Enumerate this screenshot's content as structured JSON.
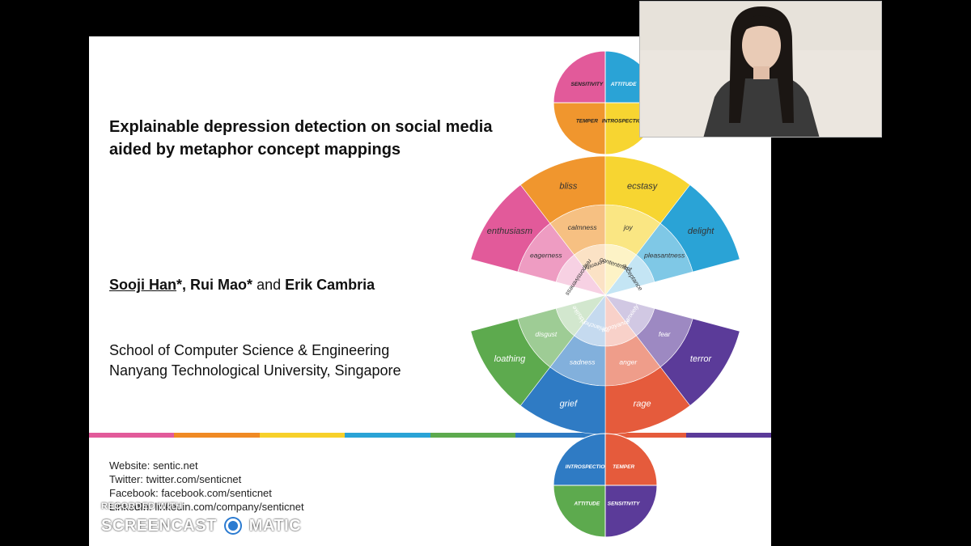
{
  "slide": {
    "title_line1": "Explainable depression detection on social media",
    "title_line2": "aided by metaphor concept mappings",
    "authors": {
      "a1": "Sooji Han",
      "a1_mark": "*,",
      "a2": "Rui Mao*",
      "conj": "and",
      "a3": "Erik Cambria"
    },
    "affiliation_line1": "School of Computer Science & Engineering",
    "affiliation_line2": "Nanyang Technological University, Singapore",
    "links": {
      "website": "Website: sentic.net",
      "twitter": "Twitter: twitter.com/senticnet",
      "facebook": "Facebook: facebook.com/senticnet",
      "linkedin": "LinkedIn: linkedin.com/company/senticnet"
    },
    "rainbow_colors": [
      "#e25a9a",
      "#f08a24",
      "#f7d02a",
      "#2aa3d6",
      "#5daa4e",
      "#2f7bc4",
      "#e55b3c",
      "#5b3b99"
    ]
  },
  "wheel": {
    "top_circle": [
      "SENSITIVITY",
      "ATTITUDE",
      "TEMPER",
      "INTROSPECTION"
    ],
    "bottom_circle": [
      "INTROSPECTION",
      "TEMPER",
      "ATTITUDE",
      "SENSITIVITY"
    ],
    "upper_outer": [
      "enthusiasm",
      "bliss",
      "ecstasy",
      "delight"
    ],
    "upper_middle": [
      "eagerness",
      "calmness",
      "joy",
      "pleasantness"
    ],
    "upper_inner": [
      "responsiveness",
      "serenity",
      "contentment",
      "acceptance"
    ],
    "lower_outer": [
      "loathing",
      "grief",
      "rage",
      "terror"
    ],
    "lower_middle": [
      "disgust",
      "sadness",
      "anger",
      "fear"
    ],
    "lower_inner": [
      "dislike",
      "melancholy",
      "annoyance",
      "anxiety"
    ],
    "colors": {
      "pink": "#e25a9a",
      "orange": "#f0962e",
      "yellow": "#f7d531",
      "blue": "#2aa3d6",
      "green": "#5daa4e",
      "dark_blue": "#2f7bc4",
      "red": "#e55b3c",
      "purple": "#5b3b99"
    }
  },
  "watermark": {
    "recorded_with": "RECORDED WITH",
    "left": "SCREENCAST",
    "right": "MATIC"
  }
}
